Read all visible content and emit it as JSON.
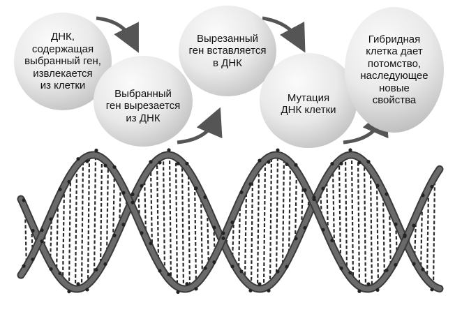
{
  "diagram": {
    "steps": [
      {
        "id": "step-1",
        "text": "ДНК,\nсодержащая\nвыбранный ген,\nизвлекается\nиз клетки"
      },
      {
        "id": "step-2",
        "text": "Выбранный\nген вырезается\nиз ДНК"
      },
      {
        "id": "step-3",
        "text": "Вырезанный\nген вставляется\nв ДНК"
      },
      {
        "id": "step-4",
        "text": "Мутация\nДНК клетки"
      },
      {
        "id": "step-5",
        "text": "Гибридная\nклетка дает\nпотомство,\nнаследующее\nновые\nсвойства"
      }
    ],
    "arrow_color": "#555555",
    "helix_backbone_color": "#6a6a6a",
    "helix_base_color": "#2a2a2a"
  }
}
